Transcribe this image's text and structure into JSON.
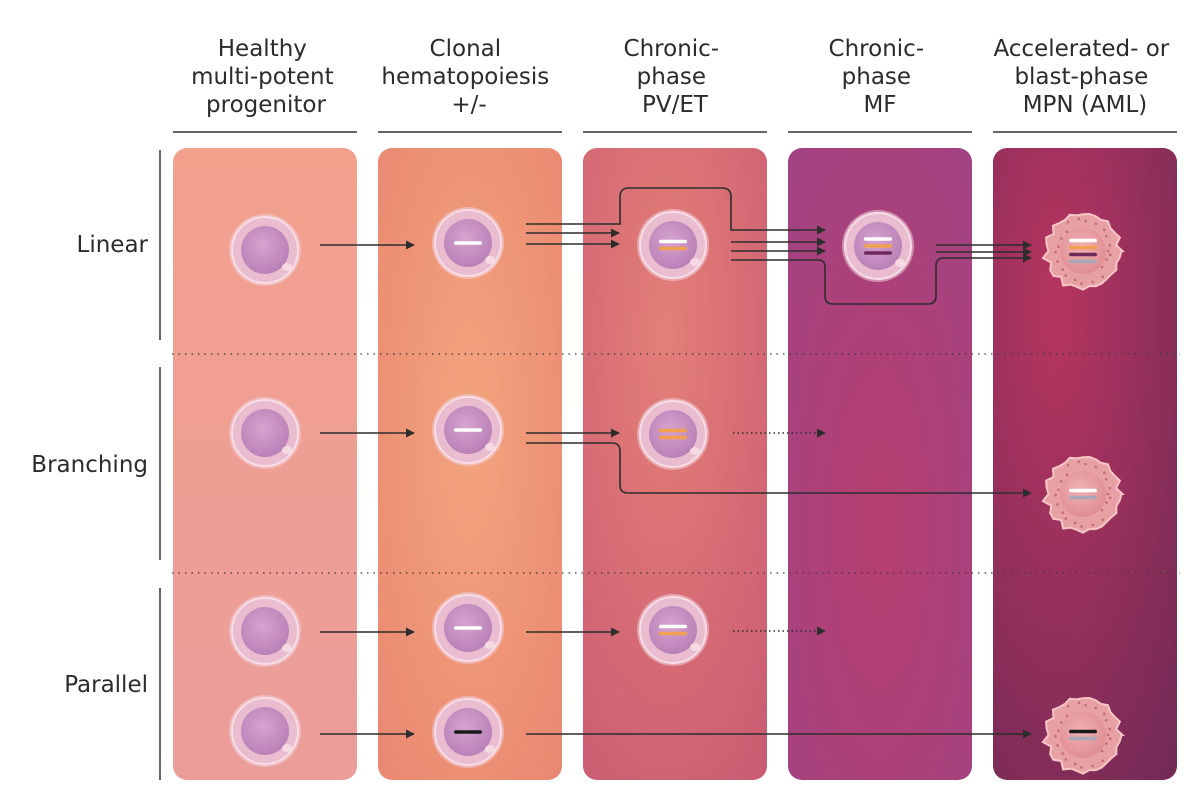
{
  "columns": [
    {
      "lines": [
        "Healthy",
        "multi-potent",
        "progenitor"
      ]
    },
    {
      "lines": [
        "Clonal",
        "hematopoiesis",
        "+/-"
      ]
    },
    {
      "lines": [
        "Chronic-",
        "phase",
        "PV/ET"
      ]
    },
    {
      "lines": [
        "Chronic-",
        "phase",
        "MF"
      ]
    },
    {
      "lines": [
        "Accelerated- or",
        "blast-phase",
        "MPN (AML)"
      ]
    }
  ],
  "rows": [
    {
      "label": "Linear"
    },
    {
      "label": "Branching"
    },
    {
      "label": "Parallel"
    }
  ],
  "colors": {
    "mutation_white": "#ffffff",
    "mutation_orange": "#f2a24f",
    "mutation_purple": "#6e2a5b",
    "mutation_grey": "#a8a9b8",
    "mutation_black": "#1a1a1a",
    "arrow": "#2d2d2d"
  }
}
